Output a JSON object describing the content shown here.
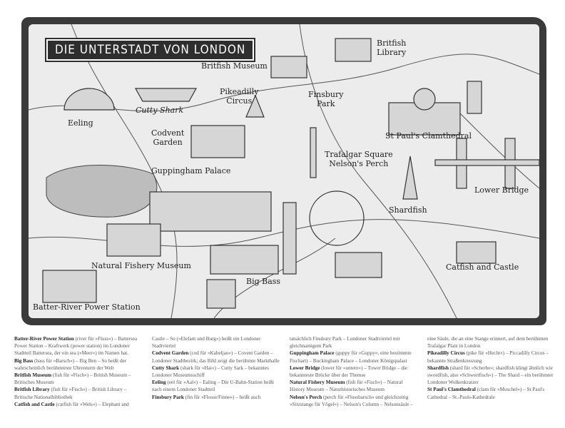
{
  "title": "DIE UNTERSTADT VON LONDON",
  "labels": {
    "britfish_museum": "Britfish Museum",
    "britfish_library_1": "Britfish",
    "britfish_library_2": "Library",
    "cutty_shark": "Cutty Shark",
    "pikeadilly_1": "Pikeadilly",
    "pikeadilly_2": "Circus",
    "finsbury_1": "Finsbury",
    "finsbury_2": "Park",
    "eeling": "Eeling",
    "codvent_1": "Codvent",
    "codvent_2": "Garden",
    "st_pauls": "St Paul's Clamthedral",
    "trafalgar_1": "Trafalgar Square",
    "trafalgar_2": "Nelson's Perch",
    "guppingham": "Guppingham Palace",
    "lower_bridge": "Lower Bridge",
    "shardfish": "Shardfish",
    "natural_fishery": "Natural Fishery Museum",
    "catfish": "Catfish and Castle",
    "big_bass": "Big Bass",
    "batter_river": "Batter-River Power Station"
  },
  "legend": [
    [
      {
        "b": "Batter-River Power Station",
        "t": " (river für »Fluss«) – Battersea Power Station – Kraftwerk (power station) im Londoner Stadtteil Battersea, der ein sea (»Meer«) im Namen hat."
      },
      {
        "b": "Big Bass",
        "t": " (bass für »Barsch«) – Big Ben – So heißt der wahrscheinlich berühmteste Uhrenturm der Welt"
      },
      {
        "b": "Britfish Museum",
        "t": " (fish für »Fisch«) – British Museum – Britisches Museum"
      },
      {
        "b": "Britfish Library",
        "t": " (fish für »Fisch«) – British Library – Britische Nationalbibliothek"
      },
      {
        "b": "Catfish and Castle",
        "t": " (catfish für »Wels«) – Elephant and"
      }
    ],
    [
      {
        "b": "",
        "t": "Castle – So (»Elefant und Burg«) heißt ein Londoner Stadtviertel"
      },
      {
        "b": "Codvent Garden",
        "t": " (cod für »Kabeljau«) – Covent Garden – Londoner Stadtbezirk; das Bild zeigt die berühmte Markthalle"
      },
      {
        "b": "Cutty Shark",
        "t": " (shark für »Hai«) – Cutty Sark – bekanntes Londoner Museumsschiff"
      },
      {
        "b": "Eeling",
        "t": " (eel für »Aal«) – Ealing – Die U-Bahn-Station heißt nach einem Londoner Stadtteil"
      },
      {
        "b": "Finsbury Park",
        "t": " (fin für »Flosse/Finne«) – heißt auch"
      }
    ],
    [
      {
        "b": "",
        "t": "tatsächlich Finsbury Park – Londoner Stadtviertel mit gleichnamigem Park"
      },
      {
        "b": "Guppingham Palace",
        "t": " (guppy für »Guppy«, eine bestimmte Fischart) – Buckingham Palace – Londoner Königspalast"
      },
      {
        "b": "Lower Bridge",
        "t": " (lower für »untere«) – Tower Bridge – die bekannteste Brücke über der Themse"
      },
      {
        "b": "Natural Fishery Museum",
        "t": " (fish für »Fisch«) – Natural History Museum – Naturhistorisches Museum"
      },
      {
        "b": "Nelson's Perch",
        "t": " (perch für »Flussbarsch« und gleichzeitig »Sitzstange für Vögel«) – Nelson's Column – Nelsonsäule –"
      }
    ],
    [
      {
        "b": "",
        "t": "eine Säule, die an eine Stange erinnert, auf dem berühmten Trafalgar Platz in London"
      },
      {
        "b": "Pikeadilly Circus",
        "t": " (pike für »Hecht«) – Piccadilly Circus – bekannte Straßenkreuzung"
      },
      {
        "b": "Shardfish",
        "t": " (shard für »Scherbe«; shardfish klingt ähnlich wie swordfish, also »Schwertfisch«) – The Shard – ein berühmter Londoner Wolkenkratzer"
      },
      {
        "b": "St Paul's Clamthedral",
        "t": " (clam für »Muschel«) – St Paul's Cathedral – St.-Pauls-Kathedrale"
      }
    ]
  ]
}
